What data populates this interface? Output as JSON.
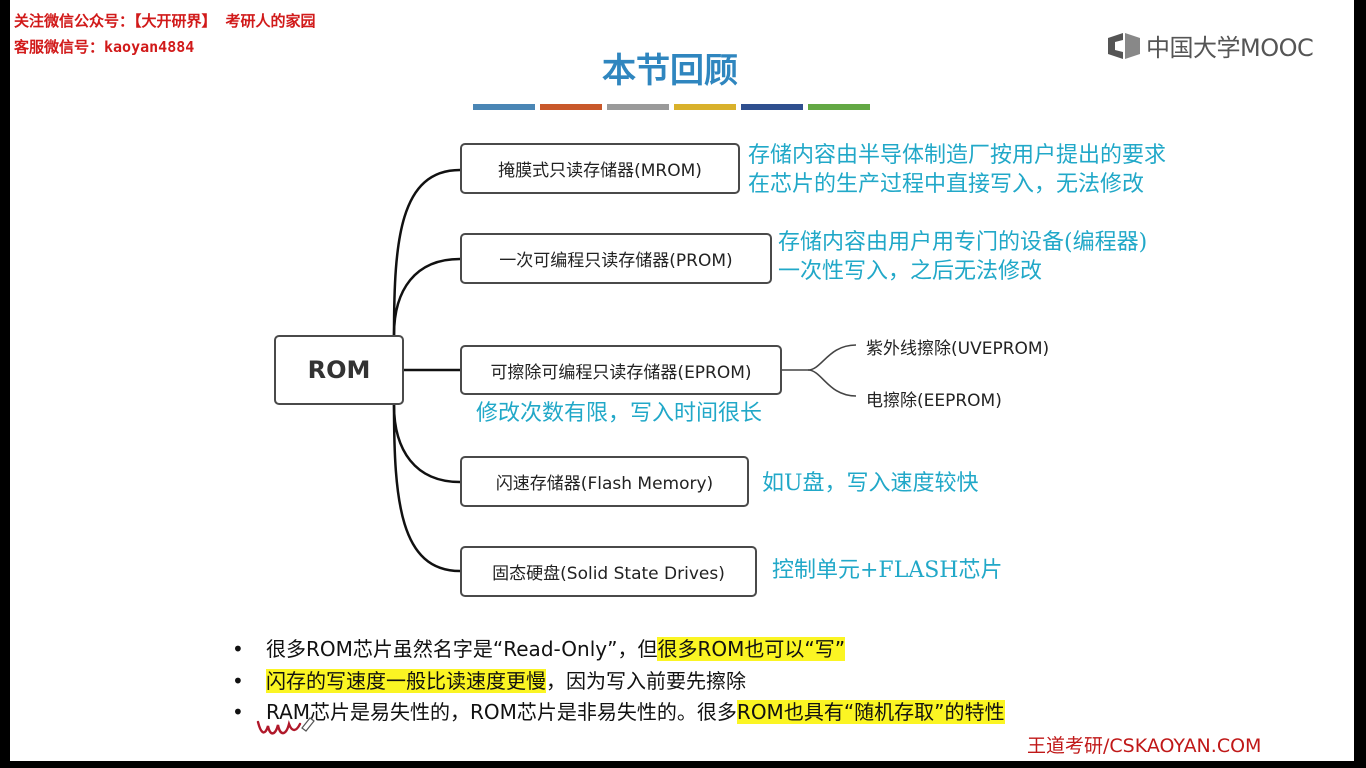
{
  "watermark": {
    "line1": "关注微信公众号：【大开研界】 考研人的家园",
    "line2": "客服微信号：kaoyan4884"
  },
  "logo": {
    "text": "中国大学MOOC",
    "icon": "mooc-book-icon"
  },
  "title": "本节回顾",
  "color_bars": [
    "#4a86b5",
    "#c9582a",
    "#9a9a9a",
    "#d9b12b",
    "#2f4f8f",
    "#63a844"
  ],
  "root": {
    "label": "ROM"
  },
  "branches": [
    {
      "label": "掩膜式只读存储器(MROM)",
      "note": [
        "存储内容由半导体制造厂按用户提出的要求",
        "在芯片的生产过程中直接写入，无法修改"
      ]
    },
    {
      "label": "一次可编程只读存储器(PROM)",
      "note": [
        "存储内容由用户用专门的设备(编程器)",
        "一次性写入，之后无法修改"
      ]
    },
    {
      "label": "可擦除可编程只读存储器(EPROM)",
      "note": [
        "修改次数有限，写入时间很长"
      ],
      "subs": [
        "紫外线擦除(UVEPROM)",
        "电擦除(EEPROM)"
      ]
    },
    {
      "label": "闪速存储器(Flash Memory)",
      "note": [
        "如U盘，写入速度较快"
      ]
    },
    {
      "label": "固态硬盘(Solid State Drives)",
      "note": [
        "控制单元+FLASH芯片"
      ]
    }
  ],
  "bullets": [
    {
      "pre": "很多ROM芯片虽然名字是“Read-Only”，但",
      "hl": "很多ROM也可以“写”",
      "post": ""
    },
    {
      "pre": "",
      "hl": "闪存的写速度一般比读速度更慢",
      "post": "，因为写入前要先擦除"
    },
    {
      "pre": "RAM芯片是易失性的，ROM芯片是非易失性的。很多",
      "hl": "ROM也具有“随机存取”的特性",
      "post": ""
    }
  ],
  "bullet_symbol": "•",
  "footer": "王道考研/CSKAOYAN.COM",
  "colors": {
    "title": "#2f86bf",
    "note": "#21a8c8",
    "highlight": "#fbf523",
    "footer": "#c01818",
    "watermark": "#d11a1a"
  }
}
